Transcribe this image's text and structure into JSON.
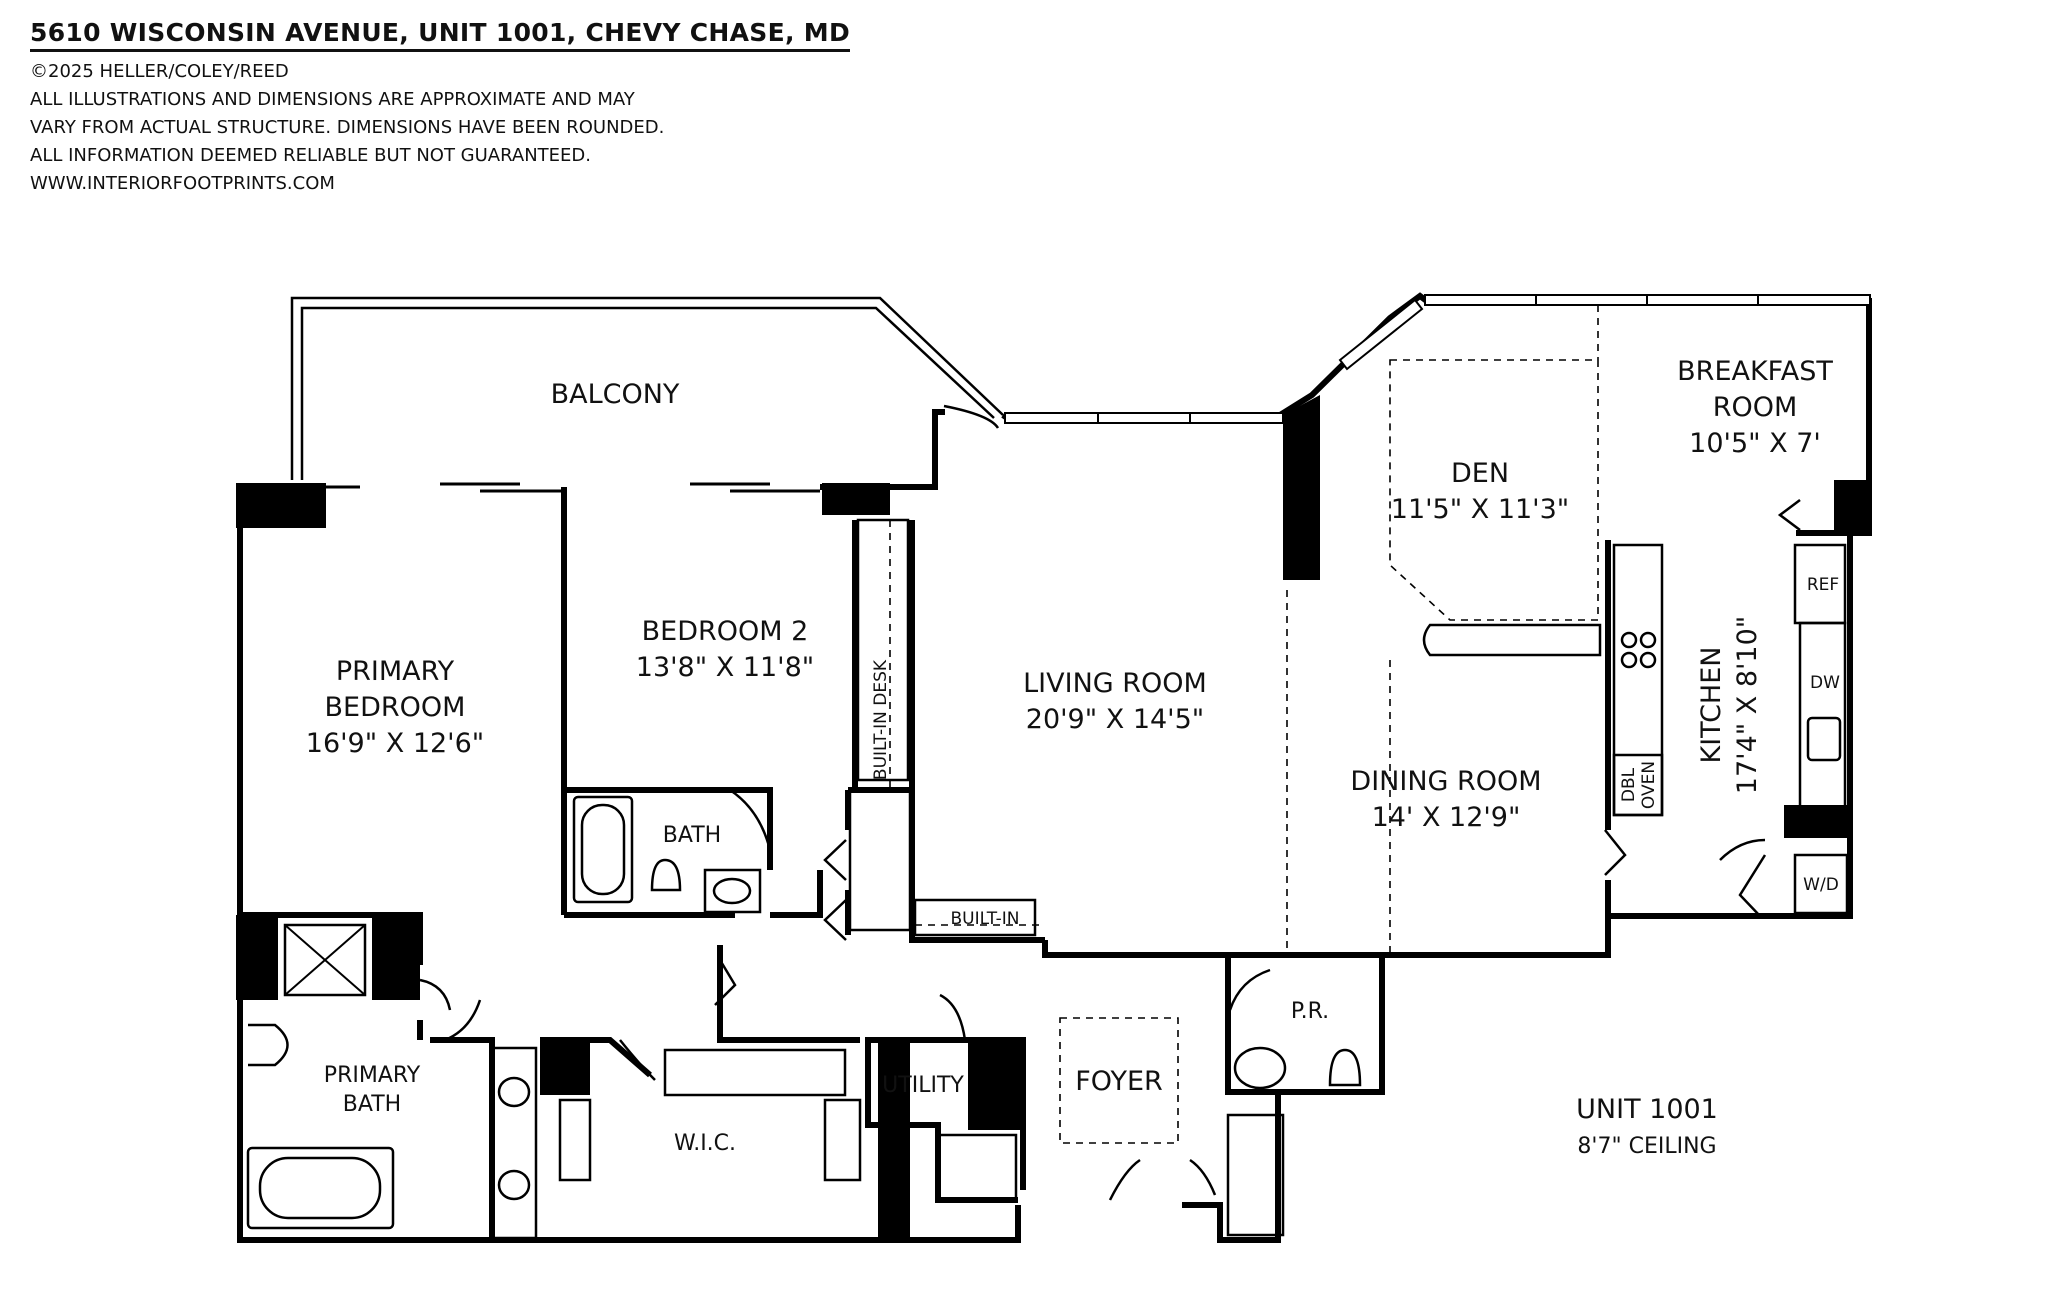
{
  "header": {
    "address": "5610 WISCONSIN AVENUE, UNIT 1001, CHEVY CHASE, MD",
    "copyright": "©2025 HELLER/COLEY/REED",
    "disclaimer_1": "ALL ILLUSTRATIONS AND DIMENSIONS ARE APPROXIMATE AND MAY",
    "disclaimer_2": "VARY FROM ACTUAL STRUCTURE. DIMENSIONS HAVE BEEN ROUNDED.",
    "disclaimer_3": "ALL INFORMATION DEEMED RELIABLE BUT NOT GUARANTEED.",
    "website": "WWW.INTERIORFOOTPRINTS.COM"
  },
  "rooms": {
    "balcony": "BALCONY",
    "primary_bedroom_1": "PRIMARY",
    "primary_bedroom_2": "BEDROOM",
    "primary_bedroom_dim": "16'9\" X 12'6\"",
    "bedroom2": "BEDROOM 2",
    "bedroom2_dim": "13'8\" X 11'8\"",
    "builtin_desk": "BUILT-IN DESK",
    "bath": "BATH",
    "living_room": "LIVING ROOM",
    "living_room_dim": "20'9\" X 14'5\"",
    "builtin": "BUILT-IN",
    "den": "DEN",
    "den_dim": "11'5\" X 11'3\"",
    "breakfast_1": "BREAKFAST",
    "breakfast_2": "ROOM",
    "breakfast_dim": "10'5\" X 7'",
    "dining_room": "DINING ROOM",
    "dining_room_dim": "14' X 12'9\"",
    "kitchen": "KITCHEN",
    "kitchen_dim": "17'4\" X 8'10\"",
    "ref": "REF",
    "dw": "DW",
    "dbl": "DBL",
    "oven": "OVEN",
    "wd": "W/D",
    "primary_bath_1": "PRIMARY",
    "primary_bath_2": "BATH",
    "wic": "W.I.C.",
    "utility": "UTILITY",
    "foyer": "FOYER",
    "pr": "P.R."
  },
  "unit": {
    "name": "UNIT 1001",
    "ceiling": "8'7\" CEILING"
  }
}
